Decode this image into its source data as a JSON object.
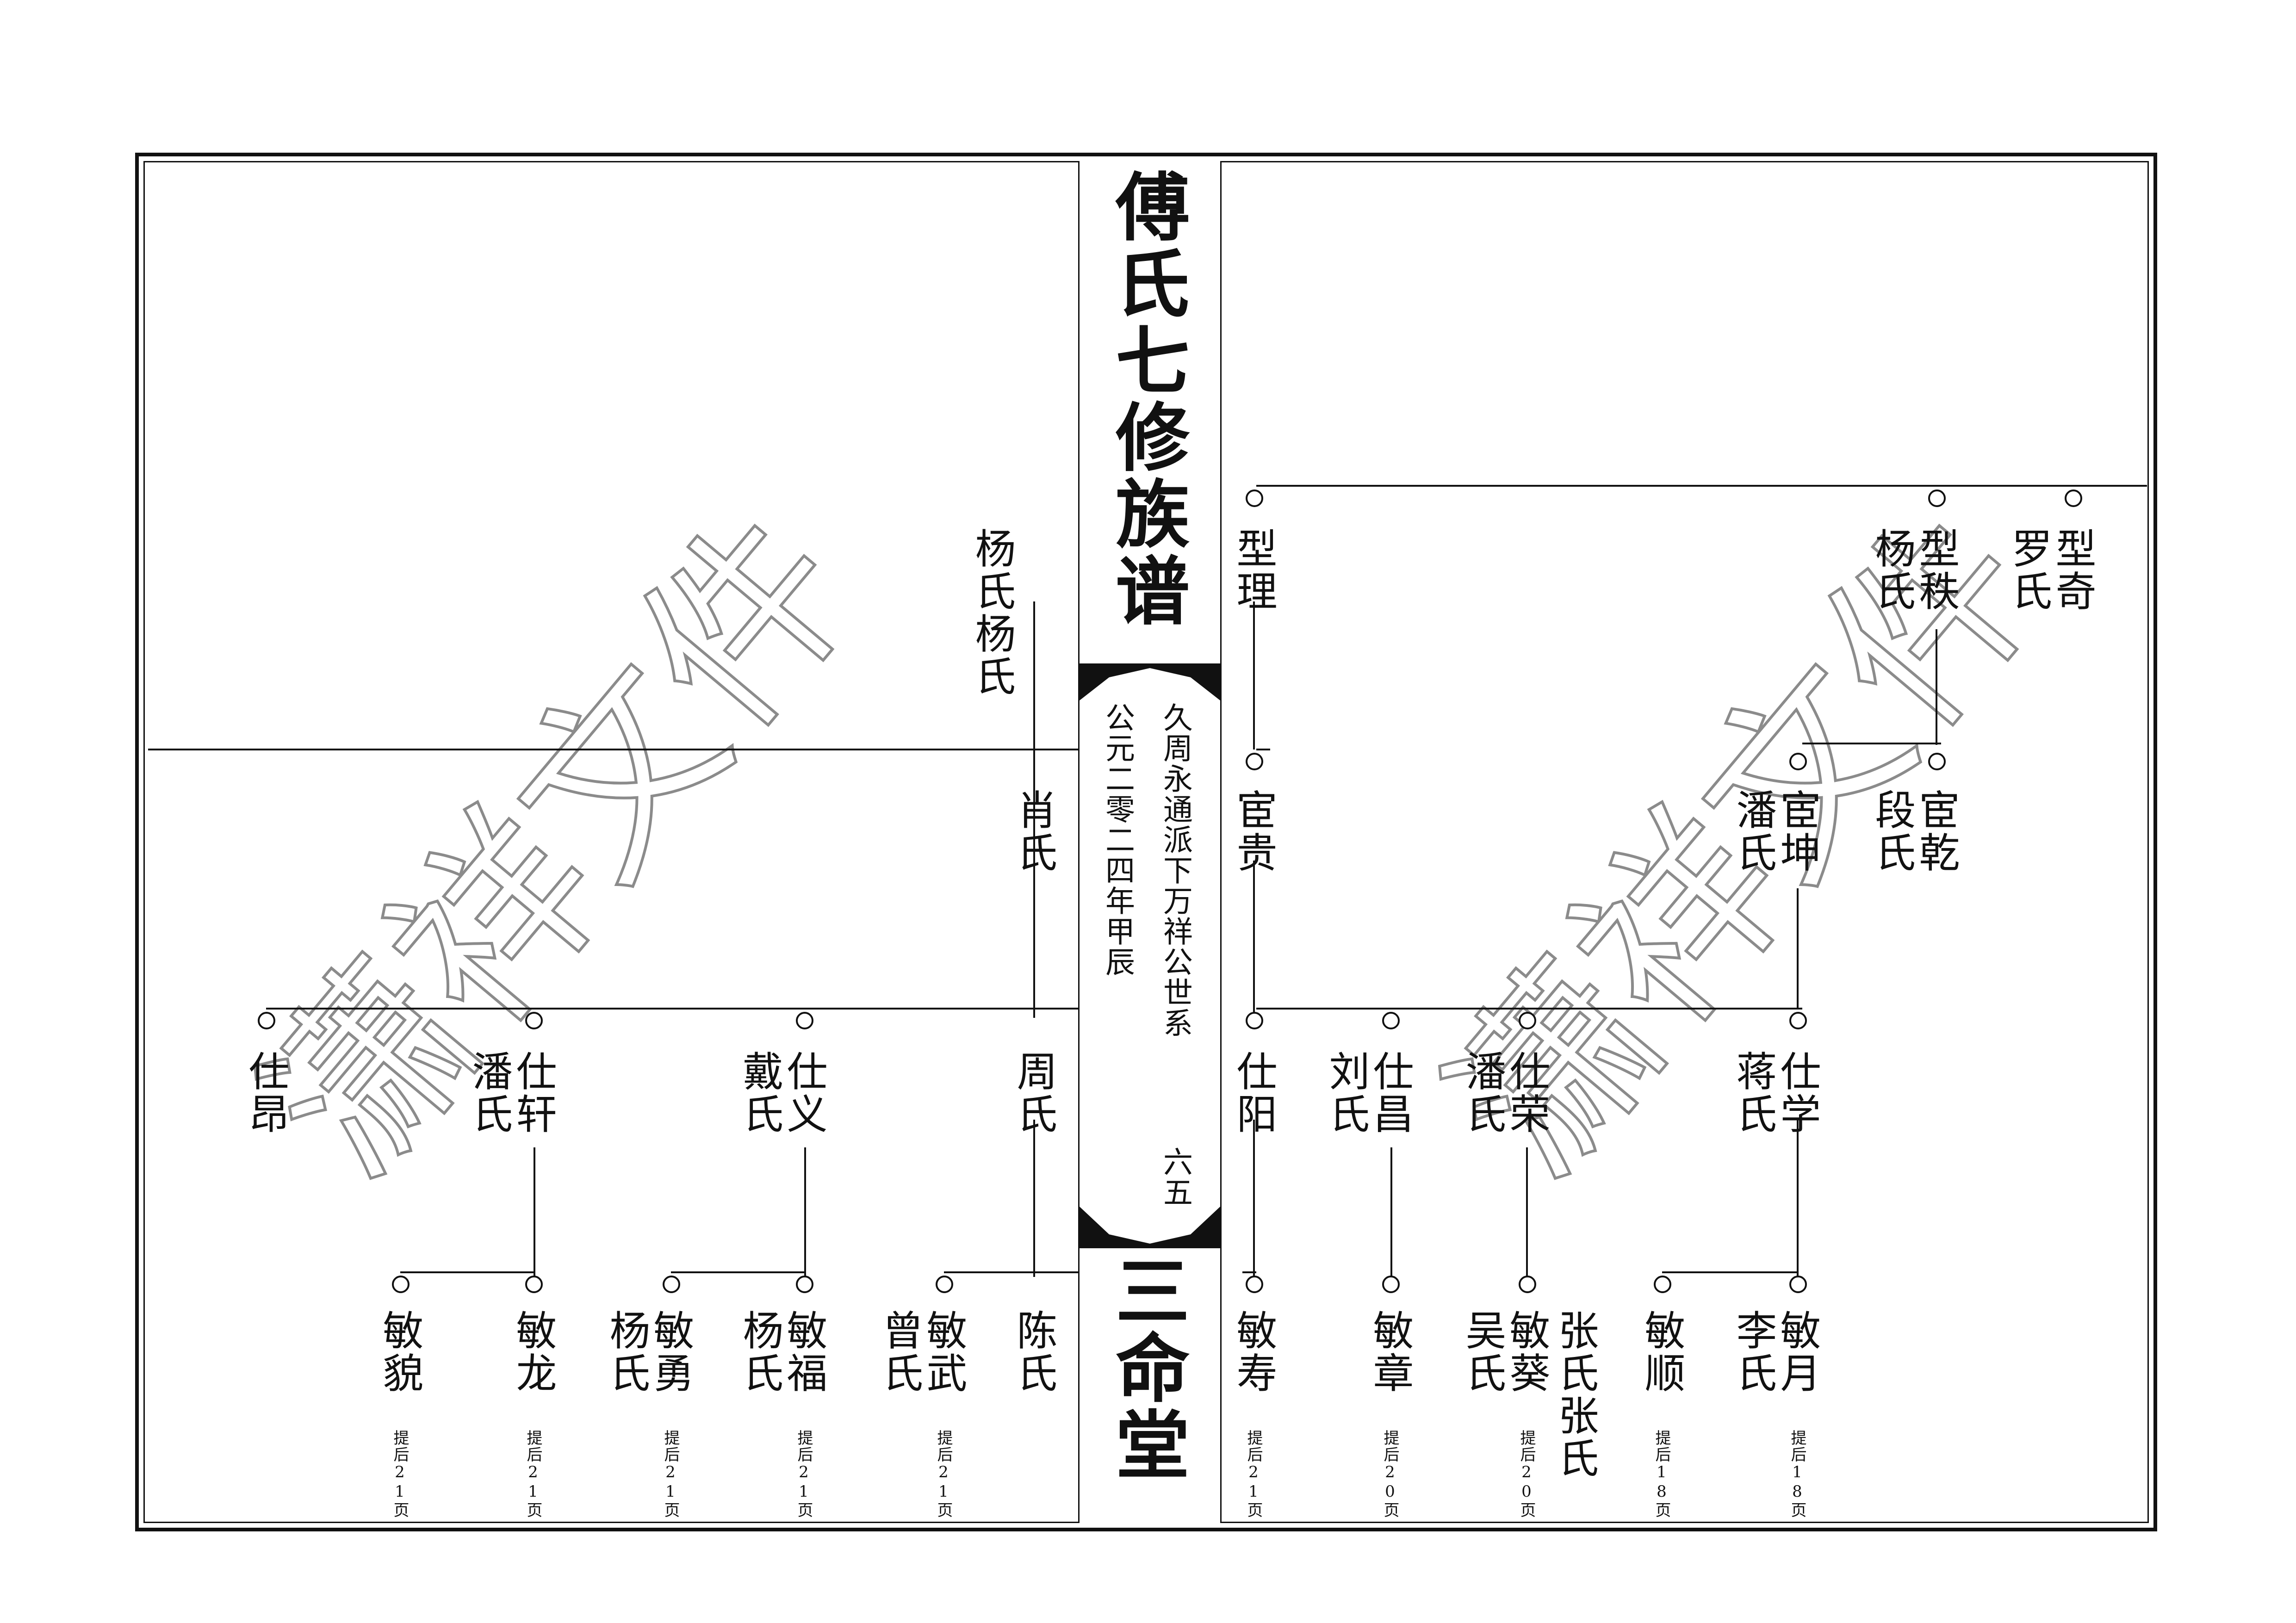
{
  "book": {
    "title": "傅氏七修族谱",
    "hall": "三命堂",
    "lineage": "久周永通派下万祥公世系",
    "edition": "公元二零二四年甲辰",
    "page_number": "六五"
  },
  "watermark": "潇祥文件",
  "right_page": {
    "generation_1": [
      {
        "name": "型理"
      },
      {
        "name": "型秩",
        "spouse": "杨氏"
      },
      {
        "name": "型奇",
        "spouse": "罗氏"
      }
    ],
    "generation_2": [
      {
        "name": "宦贵"
      },
      {
        "name": "宦坤",
        "spouse": "潘氏"
      },
      {
        "name": "宦乾",
        "spouse": "段氏"
      }
    ],
    "generation_3": [
      {
        "name": "仕阳"
      },
      {
        "name": "仕昌",
        "spouse": "刘氏"
      },
      {
        "name": "仕荣",
        "spouse": "潘氏"
      },
      {
        "name": "仕学",
        "spouse": "蒋氏"
      }
    ],
    "generation_4": [
      {
        "name": "敏寿",
        "note": "提后21页"
      },
      {
        "name": "敏章",
        "note": "提后20页"
      },
      {
        "name": "敏葵",
        "spouse": "吴氏",
        "note": "提后20页"
      },
      {
        "name": "敏顺",
        "spouse": "张氏张氏",
        "note": "提后18页"
      },
      {
        "name": "敏月",
        "spouse": "李氏",
        "note": "提后18页"
      }
    ]
  },
  "left_page": {
    "spouses_col": [
      "杨氏杨氏",
      "肖氏",
      "周氏",
      "陈氏"
    ],
    "generation_3": [
      {
        "name": "仕义",
        "spouse": "戴氏"
      },
      {
        "name": "仕轩",
        "spouse": "潘氏"
      },
      {
        "name": "仕昂"
      }
    ],
    "generation_4": [
      {
        "name": "敏武",
        "spouse": "曾氏",
        "note": "提后21页"
      },
      {
        "name": "敏福",
        "spouse": "杨氏",
        "note": "提后21页"
      },
      {
        "name": "敏勇",
        "spouse": "杨氏",
        "note": "提后21页"
      },
      {
        "name": "敏龙",
        "note": "提后21页"
      },
      {
        "name": "敏貌",
        "note": "提后21页"
      }
    ]
  }
}
